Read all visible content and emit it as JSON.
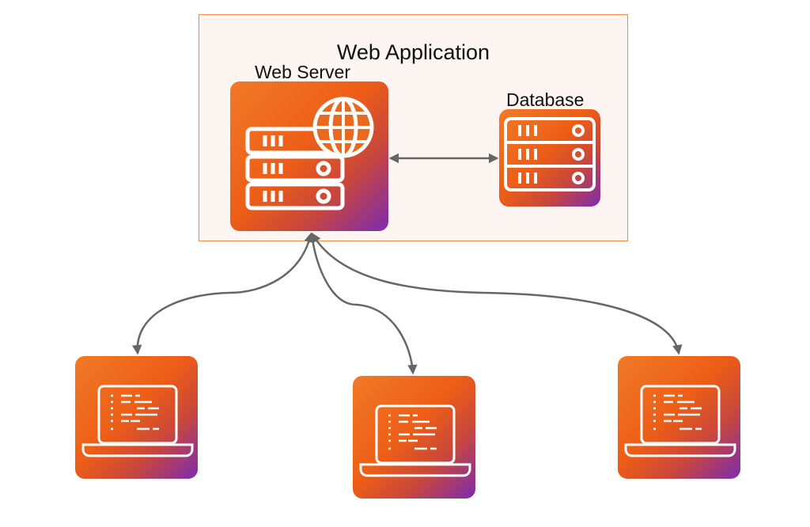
{
  "diagram": {
    "container": {
      "title": "Web Application"
    },
    "nodes": {
      "web_server": {
        "label": "Web Server",
        "icon": "server-globe-icon"
      },
      "database": {
        "label": "Database",
        "icon": "database-server-icon"
      },
      "clients": [
        {
          "label": "",
          "icon": "laptop-code-icon"
        },
        {
          "label": "",
          "icon": "laptop-code-icon"
        },
        {
          "label": "",
          "icon": "laptop-code-icon"
        }
      ]
    },
    "edges": [
      {
        "from": "web_server",
        "to": "database",
        "type": "bidirectional"
      },
      {
        "from": "web_server",
        "to": "client-1",
        "type": "bidirectional"
      },
      {
        "from": "web_server",
        "to": "client-2",
        "type": "bidirectional"
      },
      {
        "from": "web_server",
        "to": "client-3",
        "type": "bidirectional"
      }
    ],
    "colors": {
      "accent_orange": "#ee5e16",
      "accent_purple": "#7d2bb0",
      "container_border": "#f08a3c",
      "container_fill": "#fdf5f1",
      "edge": "#666666"
    }
  }
}
